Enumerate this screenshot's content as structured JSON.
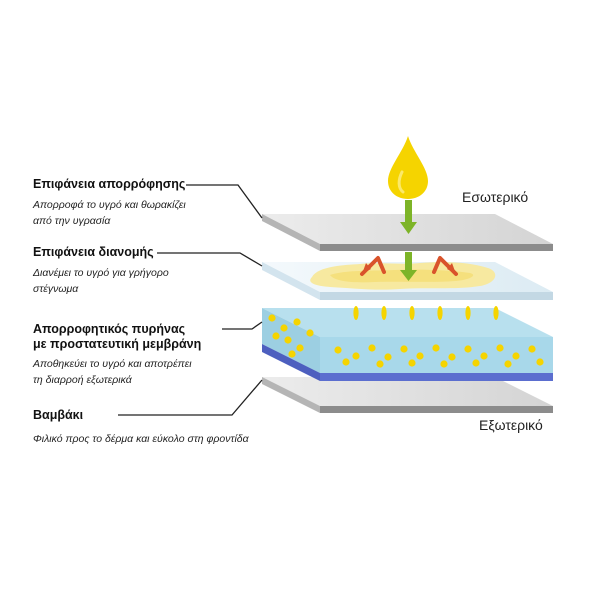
{
  "layers": [
    {
      "title_lines": [
        "Επιφάνεια απορρόφησης"
      ],
      "desc_lines": [
        "Απορροφά το υγρό και θωρακίζει",
        "από την υγρασία"
      ]
    },
    {
      "title_lines": [
        "Επιφάνεια διανομής"
      ],
      "desc_lines": [
        "Διανέμει το υγρό για γρήγορο",
        "στέγνωμα"
      ]
    },
    {
      "title_lines": [
        "Απορροφητικός πυρήνας",
        "με προστατευτική μεμβράνη"
      ],
      "desc_lines": [
        "Αποθηκεύει το υγρό και αποτρέπει",
        "τη διαρροή εξωτερικά"
      ]
    },
    {
      "title_lines": [
        "Βαμβάκι"
      ],
      "desc_lines": [
        "Φιλικό προς το δέρμα και εύκολο στη φροντίδα"
      ]
    }
  ],
  "sides": {
    "inner": "Εσωτερικό",
    "outer": "Εξωτερικό"
  },
  "colors": {
    "grey_layer": "#dcdcdc",
    "grey_edge": "#8c8c8c",
    "distribution_layer": "#e6f1f7",
    "core_fill": "#a8d8ea",
    "core_membrane": "#5b6ecf",
    "liquid": "#f5d400",
    "arrow_green": "#7db428",
    "arrow_red": "#d9532b"
  }
}
